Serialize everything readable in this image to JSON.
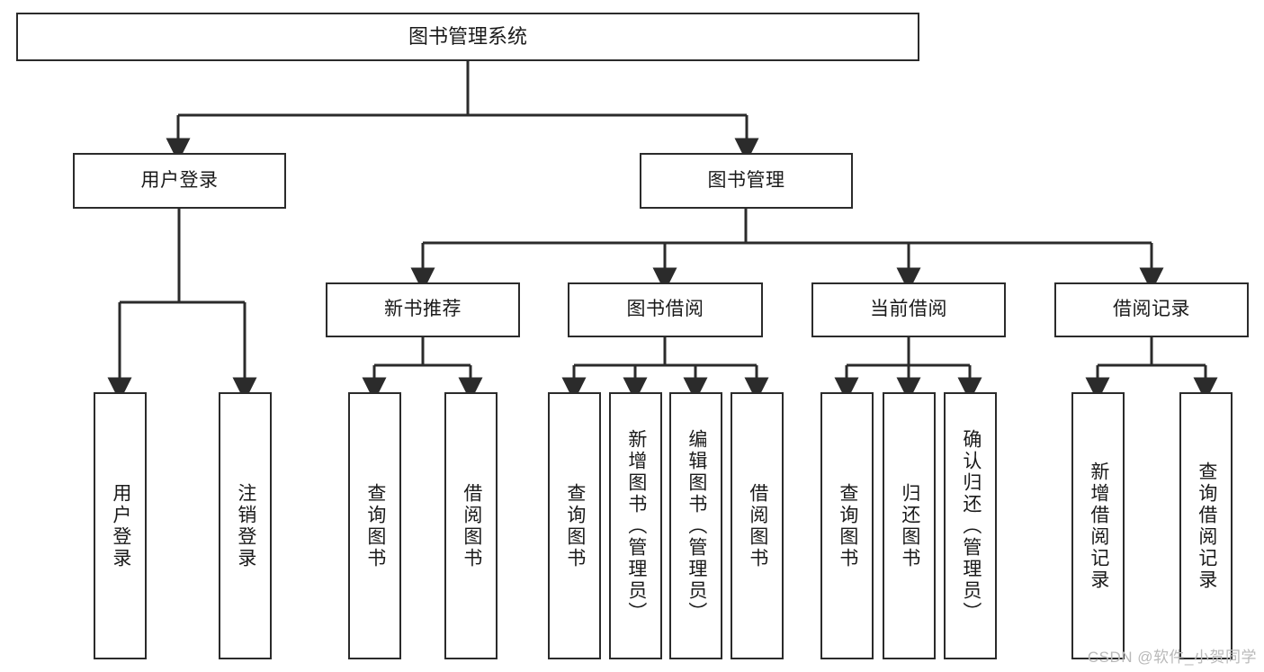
{
  "diagram": {
    "title": "图书管理系统",
    "type": "tree",
    "colors": {
      "stroke": "#2b2b2b",
      "box_fill": "#ffffff",
      "text": "#1a1a1a",
      "watermark": "#b9b9b9",
      "background": "#ffffff"
    },
    "root": {
      "label": "图书管理系统"
    },
    "level2": [
      {
        "id": "user-login",
        "label": "用户登录"
      },
      {
        "id": "book-management",
        "label": "图书管理"
      }
    ],
    "level3": [
      {
        "id": "new-book-recommend",
        "label": "新书推荐"
      },
      {
        "id": "book-borrow",
        "label": "图书借阅"
      },
      {
        "id": "current-borrow",
        "label": "当前借阅"
      },
      {
        "id": "borrow-record",
        "label": "借阅记录"
      }
    ],
    "leaves": {
      "user_login": [
        {
          "id": "leaf-user-login",
          "label": "用户登录"
        },
        {
          "id": "leaf-logout",
          "label": "注销登录"
        }
      ],
      "new_book_recommend": [
        {
          "id": "leaf-query-book-1",
          "label": "查询图书"
        },
        {
          "id": "leaf-borrow-book-1",
          "label": "借阅图书"
        }
      ],
      "book_borrow": [
        {
          "id": "leaf-query-book-2",
          "label": "查询图书"
        },
        {
          "id": "leaf-add-book",
          "label": "新增图书（管理员）"
        },
        {
          "id": "leaf-edit-book",
          "label": "编辑图书（管理员）"
        },
        {
          "id": "leaf-borrow-book-2",
          "label": "借阅图书"
        }
      ],
      "current_borrow": [
        {
          "id": "leaf-query-book-3",
          "label": "查询图书"
        },
        {
          "id": "leaf-return-book",
          "label": "归还图书"
        },
        {
          "id": "leaf-confirm-return",
          "label": "确认归还（管理员）"
        }
      ],
      "borrow_record": [
        {
          "id": "leaf-add-record",
          "label": "新增借阅记录"
        },
        {
          "id": "leaf-query-record",
          "label": "查询借阅记录"
        }
      ]
    },
    "watermark": "CSDN @软件_小贺同学"
  }
}
